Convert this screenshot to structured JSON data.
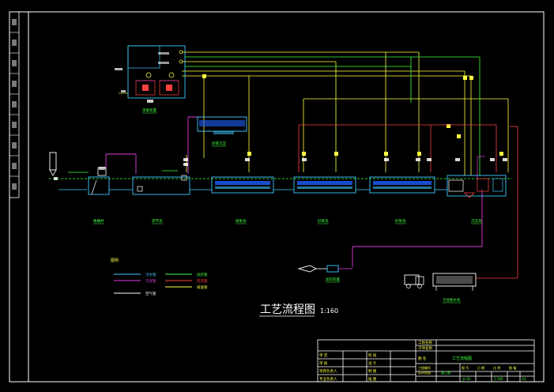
{
  "title": {
    "main": "工艺流程图",
    "scale": "1:160"
  },
  "left_strip": {
    "cells": [
      "",
      "",
      "",
      "",
      "",
      "",
      "",
      "",
      ""
    ]
  },
  "process_units": [
    {
      "id": "screen",
      "label": "格栅井"
    },
    {
      "id": "adjust",
      "label": "调节池"
    },
    {
      "id": "anoxic",
      "label": "缺氧池"
    },
    {
      "id": "aerobic1",
      "label": "好氧池"
    },
    {
      "id": "aerobic2",
      "label": "好氧池"
    },
    {
      "id": "settling",
      "label": "沉淀池"
    },
    {
      "id": "dosing",
      "label": "加药装置"
    },
    {
      "id": "filter",
      "label": "斜管沉淀"
    },
    {
      "id": "disinfect",
      "label": "消毒装置"
    },
    {
      "id": "sludge",
      "label": "污泥脱水机"
    }
  ],
  "legend": {
    "title": "图例",
    "items": [
      {
        "color": "#40c8ff",
        "label": "污水管"
      },
      {
        "color": "#e040e0",
        "label": "污泥管"
      },
      {
        "color": "#ffffff",
        "label": "空气管"
      },
      {
        "color": "#40ff40",
        "label": "加药管"
      },
      {
        "color": "#ff4040",
        "label": "回流管"
      },
      {
        "color": "#ffff40",
        "label": "排放管"
      }
    ]
  },
  "title_block": {
    "rows": [
      [
        "审 定",
        "",
        "校 核",
        ""
      ],
      [
        "审 核",
        "",
        "设 计",
        ""
      ],
      [
        "项目负责人",
        "",
        "制 图",
        ""
      ],
      [
        "专业负责人",
        "",
        "描 图",
        ""
      ]
    ],
    "project_label": "工程名称",
    "subproject_label": "子项名称",
    "drawing_label": "图 名",
    "drawing_name": "工艺流程图",
    "info_labels": [
      "工程编号",
      "设计阶段"
    ],
    "info_values": [
      "",
      "施工图"
    ],
    "meta": [
      "图 号",
      "日 期",
      "比 例",
      "图 幅"
    ],
    "meta_values": [
      "水-01",
      "",
      "1:160",
      "A3"
    ]
  },
  "colors": {
    "background": "#000000",
    "frame": "#ffffff",
    "water": "#40c8ff",
    "air": "#ffff40",
    "sludge": "#e040e0",
    "return": "#ff4040",
    "dosing": "#40ff40",
    "equipment": "#40c8ff"
  }
}
